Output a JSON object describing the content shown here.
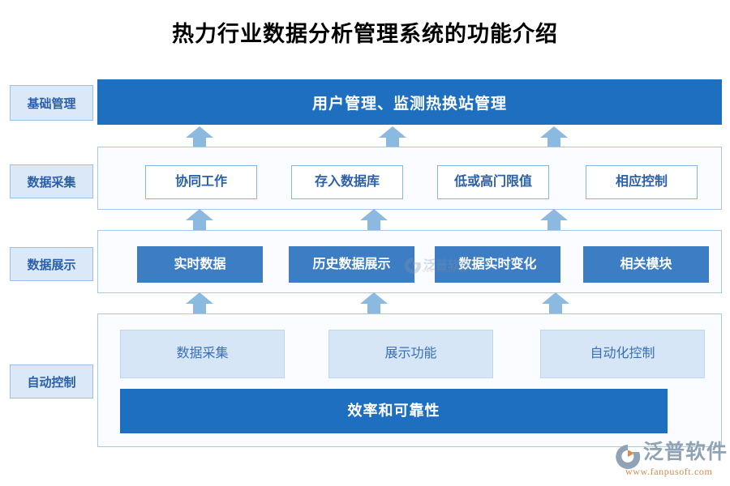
{
  "page": {
    "title": "热力行业数据分析管理系统的功能介绍",
    "background": "#ffffff"
  },
  "colors": {
    "strong_blue": "#1f6fc0",
    "medium_blue": "#3c7dc4",
    "light_blue_fill": "#d6e6f7",
    "panel_bg": "#fafcff",
    "panel_border": "#a8c8e8",
    "label_fill": "#dbe8f7",
    "label_text": "#2b5fa8",
    "arrow": "#8cb9e0",
    "brand_gray": "#8fa2b6",
    "brand_orange": "#d98a52"
  },
  "stages": [
    {
      "label": "基础管理"
    },
    {
      "label": "数据采集"
    },
    {
      "label": "数据展示"
    },
    {
      "label": "自动控制"
    }
  ],
  "rows": {
    "basic_management": {
      "stage_label": "基础管理",
      "bar_text": "用户管理、监测热换站管理"
    },
    "data_collection": {
      "stage_label": "数据采集",
      "nodes": [
        {
          "label": "协同工作"
        },
        {
          "label": "存入数据库"
        },
        {
          "label": "低或高门限值"
        },
        {
          "label": "相应控制"
        }
      ]
    },
    "data_display": {
      "stage_label": "数据展示",
      "nodes": [
        {
          "label": "实时数据"
        },
        {
          "label": "历史数据展示"
        },
        {
          "label": "数据实时变化"
        },
        {
          "label": "相关模块"
        }
      ]
    },
    "auto_control": {
      "stage_label": "自动控制",
      "nodes": [
        {
          "label": "数据采集"
        },
        {
          "label": "展示功能"
        },
        {
          "label": "自动化控制"
        }
      ],
      "summary_bar": "效率和可靠性"
    }
  },
  "arrows": {
    "direction": "up",
    "count_per_gap": 3,
    "gaps": 3
  },
  "watermark": {
    "text": "泛普软件",
    "url": "www.fanpusoft.com"
  },
  "brand": {
    "name": "泛普软件",
    "url": "www.fanpusoft.com"
  }
}
